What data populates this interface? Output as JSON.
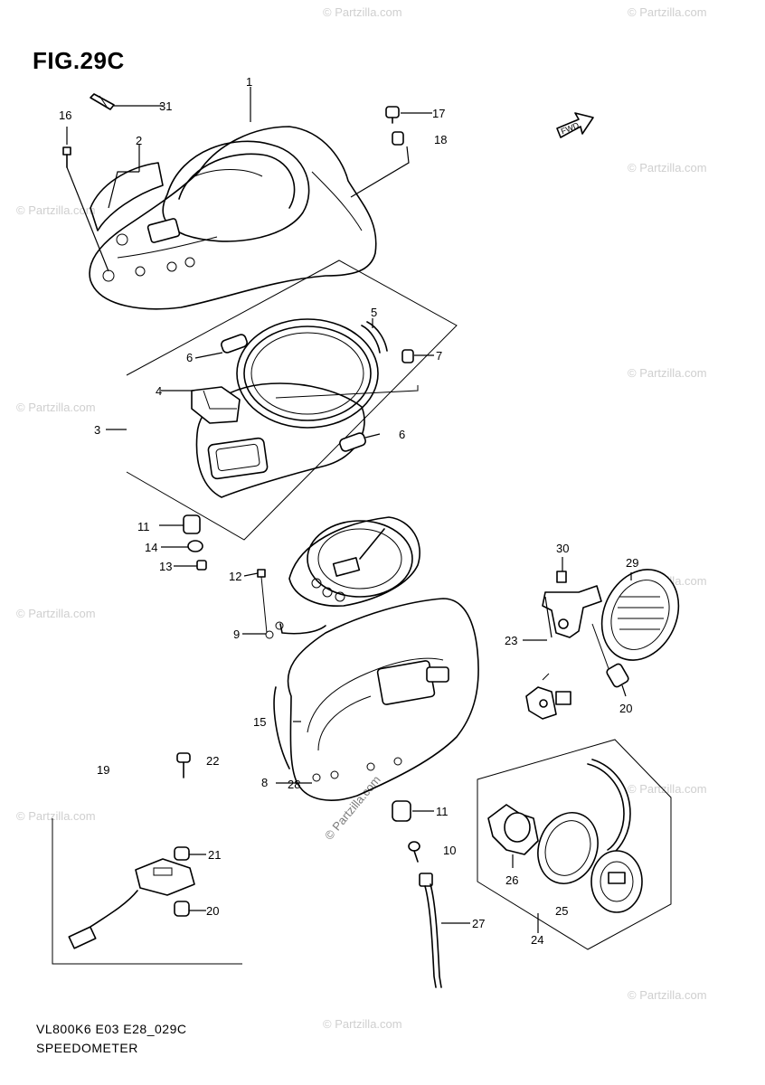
{
  "figure": {
    "title": "FIG.29C",
    "code": "VL800K6 E03 E28_029C",
    "name": "SPEEDOMETER"
  },
  "watermark": "© Partzilla.com",
  "fwd_label": "FWD",
  "callouts": [
    "1",
    "2",
    "3",
    "4",
    "5",
    "6",
    "6",
    "7",
    "8",
    "9",
    "10",
    "11",
    "11",
    "12",
    "13",
    "14",
    "15",
    "16",
    "17",
    "18",
    "19",
    "20",
    "20",
    "21",
    "22",
    "23",
    "24",
    "25",
    "26",
    "27",
    "28",
    "29",
    "30",
    "31"
  ]
}
